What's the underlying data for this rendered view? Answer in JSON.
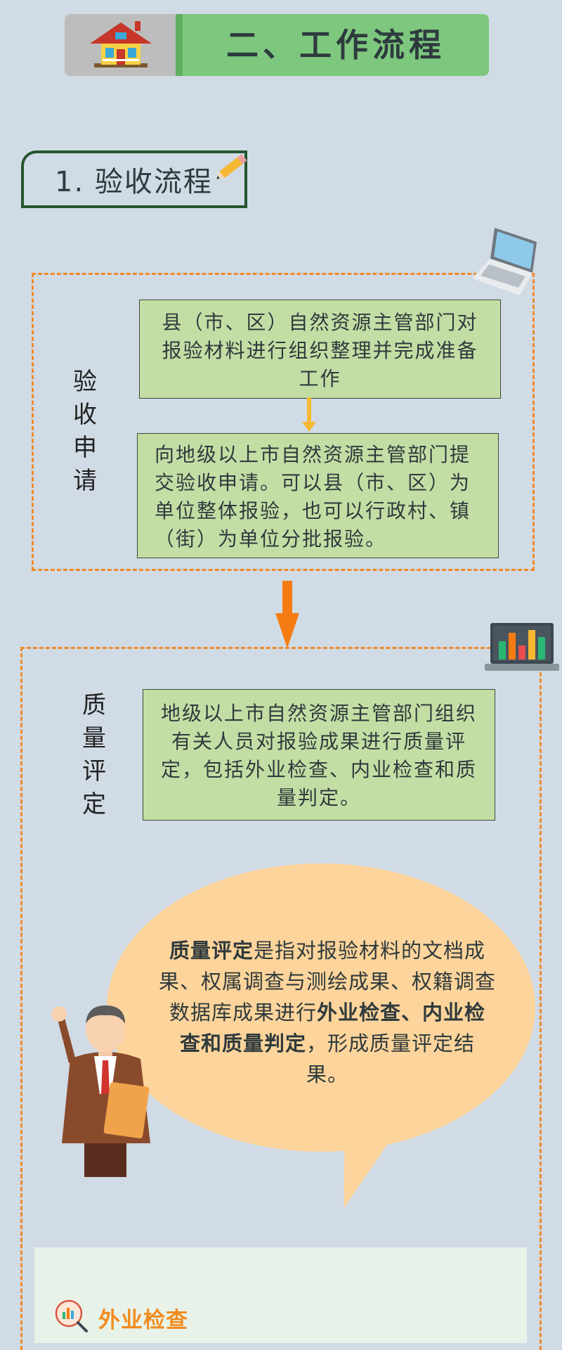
{
  "header": {
    "title": "二、工作流程"
  },
  "section": {
    "title": "1. 验收流程"
  },
  "stage1": {
    "label": [
      "验",
      "收",
      "申",
      "请"
    ],
    "box1": "县（市、区）自然资源主管部门对报验材料进行组织整理并完成准备工作",
    "box2": "向地级以上市自然资源主管部门提交验收申请。可以县（市、区）为单位整体报验，也可以行政村、镇（街）为单位分批报验。"
  },
  "stage2": {
    "label": [
      "质",
      "量",
      "评",
      "定"
    ],
    "box": "地级以上市自然资源主管部门组织有关人员对报验成果进行质量评定，包括外业检查、内业检查和质量判定。"
  },
  "bubble": {
    "part1": "质量评定",
    "part2": "是指对报验材料的文档成果、权属调查与测绘成果、权籍调查数据库成果进行",
    "part3": "外业检查、内业检查和质量判定",
    "part4": "，形成质量评定结果。"
  },
  "panel": {
    "title": "外业检查"
  },
  "colors": {
    "accent_orange": "#f57c12",
    "box_green": "#c3dea5",
    "banner_green": "#7dc87e",
    "background": "#d0dbe5"
  },
  "icons": [
    "house-icon",
    "pencil-icon",
    "laptop-icon",
    "bar-chart-monitor-icon",
    "businessman-illustration",
    "magnifier-chart-icon"
  ]
}
